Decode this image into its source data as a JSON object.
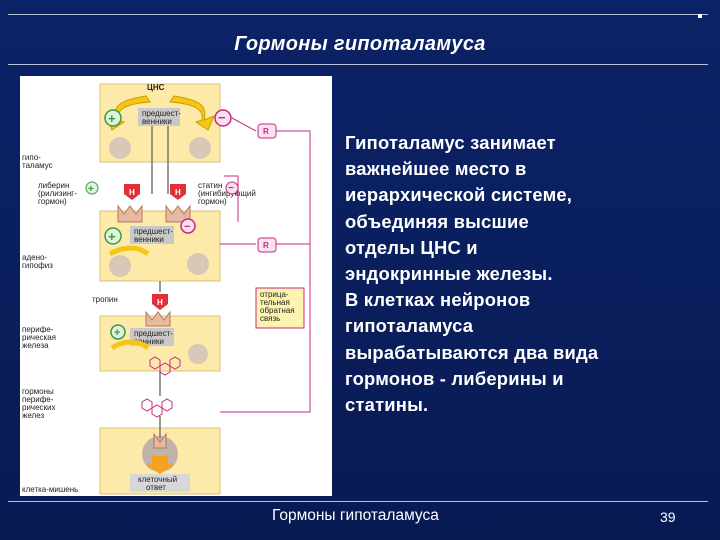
{
  "slide": {
    "title": "Гормоны гипоталамуса",
    "footer": "Гормоны гипоталамуса",
    "page_number": "39",
    "body_lines": [
      "Гипоталамус занимает",
      "важнейшее место в",
      "иерархической системе,",
      "объединяя высшие",
      "отделы ЦНС и",
      "эндокринные железы.",
      "В клетках нейронов",
      "гипоталамуса",
      "вырабатываются два вида",
      "гормонов - либерины и",
      "статины."
    ]
  },
  "diagram": {
    "cns": "ЦНС",
    "precursor_1": "предшест-",
    "precursor_2": "венники",
    "hypothalamus_1": "гипо-",
    "hypothalamus_2": "таламус",
    "liberin_1": "либерин",
    "liberin_2": "(рилизинг-",
    "liberin_3": "гормон)",
    "statin_1": "статин",
    "statin_2": "(ингибирующий",
    "statin_3": "гормон)",
    "adeno_1": "адено-",
    "adeno_2": "гипофиз",
    "tropin": "тропин",
    "feedback_1": "отрица-",
    "feedback_2": "тельная",
    "feedback_3": "обратная",
    "feedback_4": "связь",
    "peripheral_1": "перифе-",
    "peripheral_2": "рическая",
    "peripheral_3": "железа",
    "phormones_1": "гормоны",
    "phormones_2": "перифе-",
    "phormones_3": "рических",
    "phormones_4": "желез",
    "target_cell": "клетка-мишень",
    "response_1": "клеточный",
    "response_2": "ответ",
    "plus": "+",
    "minus": "−",
    "r": "R",
    "h": "H"
  }
}
